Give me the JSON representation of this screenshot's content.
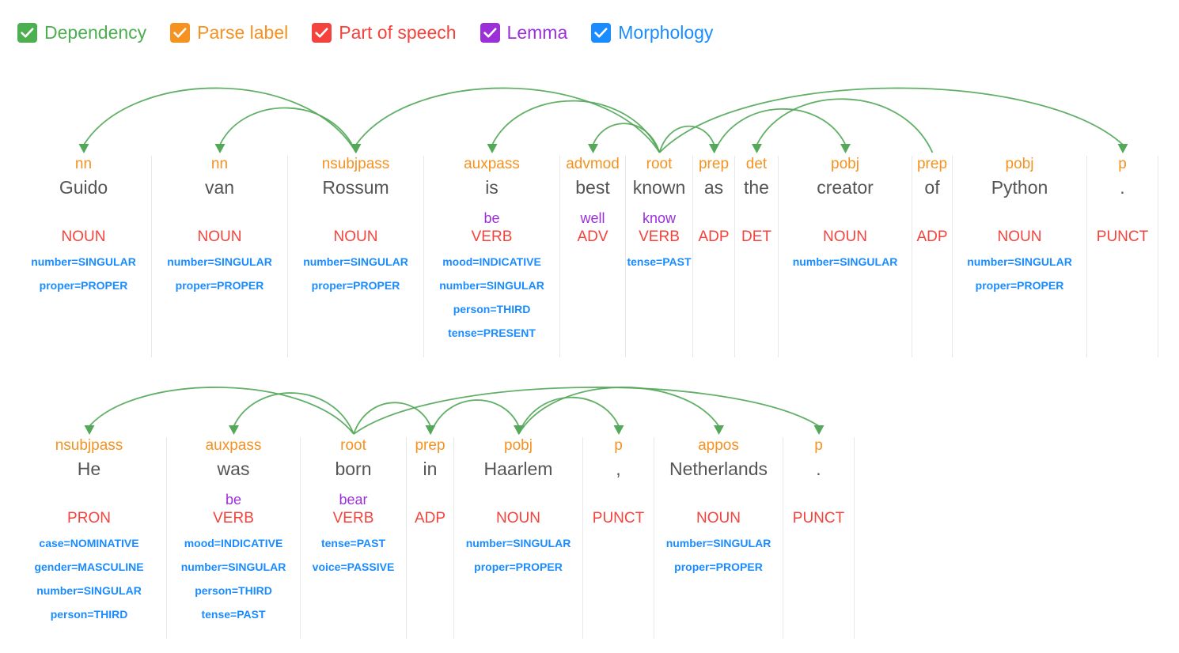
{
  "legend": {
    "items": [
      {
        "label": "Dependency",
        "color": "#4caf50",
        "icon": "checkbox-checked-icon",
        "checked": true
      },
      {
        "label": "Parse label",
        "color": "#f59220",
        "icon": "checkbox-checked-icon",
        "checked": true
      },
      {
        "label": "Part of speech",
        "color": "#f4433c",
        "icon": "checkbox-checked-icon",
        "checked": true
      },
      {
        "label": "Lemma",
        "color": "#9b30d9",
        "icon": "checkbox-checked-icon",
        "checked": true
      },
      {
        "label": "Morphology",
        "color": "#1a8cff",
        "icon": "checkbox-checked-icon",
        "checked": true
      }
    ]
  },
  "colors": {
    "dependency": "#4caf50",
    "arc": "#55a85a",
    "parse_label": "#f59220",
    "part_of_speech": "#f4433c",
    "lemma": "#9b30d9",
    "morphology": "#1a8cff",
    "word": "#555555",
    "divider": "#e8e8e8"
  },
  "sentences": [
    {
      "id": "sentence-1",
      "text": "Guido van Rossum is best known as the creator of Python .",
      "tokens": [
        {
          "word": "Guido",
          "dep": "nn",
          "lemma": "",
          "pos": "NOUN",
          "morph": [
            "number=SINGULAR",
            "proper=PROPER"
          ],
          "width": 172,
          "head": 2
        },
        {
          "word": "van",
          "dep": "nn",
          "lemma": "",
          "pos": "NOUN",
          "morph": [
            "number=SINGULAR",
            "proper=PROPER"
          ],
          "width": 172,
          "head": 2
        },
        {
          "word": "Rossum",
          "dep": "nsubjpass",
          "lemma": "",
          "pos": "NOUN",
          "morph": [
            "number=SINGULAR",
            "proper=PROPER"
          ],
          "width": 172,
          "head": 5
        },
        {
          "word": "is",
          "dep": "auxpass",
          "lemma": "be",
          "pos": "VERB",
          "morph": [
            "mood=INDICATIVE",
            "number=SINGULAR",
            "person=THIRD",
            "tense=PRESENT"
          ],
          "width": 172,
          "head": 5
        },
        {
          "word": "best",
          "dep": "advmod",
          "lemma": "well",
          "pos": "ADV",
          "morph": [],
          "width": 83,
          "head": 5
        },
        {
          "word": "known",
          "dep": "root",
          "lemma": "know",
          "pos": "VERB",
          "morph": [
            "tense=PAST"
          ],
          "width": 85,
          "head": 5
        },
        {
          "word": "as",
          "dep": "prep",
          "lemma": "",
          "pos": "ADP",
          "morph": [],
          "width": 53,
          "head": 5
        },
        {
          "word": "the",
          "dep": "det",
          "lemma": "",
          "pos": "DET",
          "morph": [],
          "width": 55,
          "head": 9
        },
        {
          "word": "creator",
          "dep": "pobj",
          "lemma": "",
          "pos": "NOUN",
          "morph": [
            "number=SINGULAR"
          ],
          "width": 169,
          "head": 6
        },
        {
          "word": "of",
          "dep": "prep",
          "lemma": "",
          "pos": "ADP",
          "morph": [],
          "width": 51,
          "head": 9
        },
        {
          "word": "Python",
          "dep": "pobj",
          "lemma": "",
          "pos": "NOUN",
          "morph": [
            "number=SINGULAR",
            "proper=PROPER"
          ],
          "width": 170,
          "head": 10
        },
        {
          "word": ".",
          "dep": "p",
          "lemma": "",
          "pos": "PUNCT",
          "morph": [],
          "width": 90,
          "head": 5
        }
      ]
    },
    {
      "id": "sentence-2",
      "text": "He was born in Haarlem , Netherlands .",
      "tokens": [
        {
          "word": "He",
          "dep": "nsubjpass",
          "lemma": "",
          "pos": "PRON",
          "morph": [
            "case=NOMINATIVE",
            "gender=MASCULINE",
            "number=SINGULAR",
            "person=THIRD"
          ],
          "width": 196,
          "head": 2
        },
        {
          "word": "was",
          "dep": "auxpass",
          "lemma": "be",
          "pos": "VERB",
          "morph": [
            "mood=INDICATIVE",
            "number=SINGULAR",
            "person=THIRD",
            "tense=PAST"
          ],
          "width": 169,
          "head": 2
        },
        {
          "word": "born",
          "dep": "root",
          "lemma": "bear",
          "pos": "VERB",
          "morph": [
            "tense=PAST",
            "voice=PASSIVE"
          ],
          "width": 134,
          "head": 2
        },
        {
          "word": "in",
          "dep": "prep",
          "lemma": "",
          "pos": "ADP",
          "morph": [],
          "width": 60,
          "head": 2
        },
        {
          "word": "Haarlem",
          "dep": "pobj",
          "lemma": "",
          "pos": "NOUN",
          "morph": [
            "number=SINGULAR",
            "proper=PROPER"
          ],
          "width": 163,
          "head": 3
        },
        {
          "word": ",",
          "dep": "p",
          "lemma": "",
          "pos": "PUNCT",
          "morph": [],
          "width": 90,
          "head": 4
        },
        {
          "word": "Netherlands",
          "dep": "appos",
          "lemma": "",
          "pos": "NOUN",
          "morph": [
            "number=SINGULAR",
            "proper=PROPER"
          ],
          "width": 163,
          "head": 4
        },
        {
          "word": ".",
          "dep": "p",
          "lemma": "",
          "pos": "PUNCT",
          "morph": [],
          "width": 90,
          "head": 2
        }
      ]
    }
  ]
}
